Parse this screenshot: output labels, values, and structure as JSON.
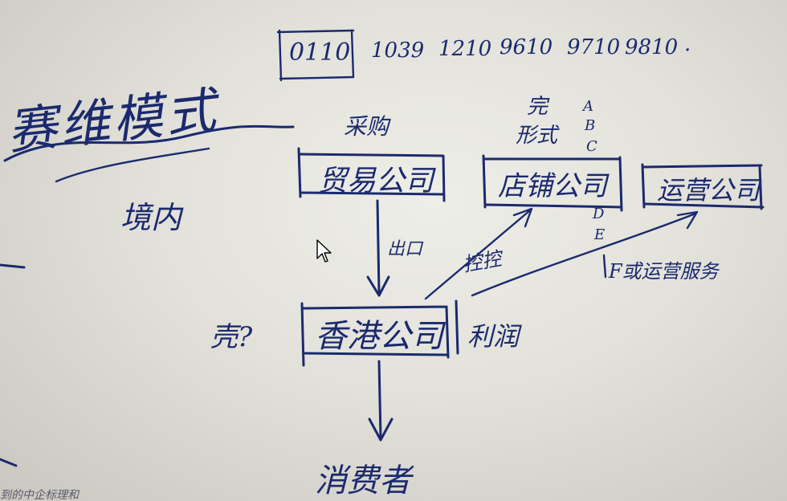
{
  "board": {
    "ink_color": "#1b2a6e",
    "title": "赛维模式",
    "title_sub": "境内",
    "codes": [
      "0110",
      "1039",
      "1210",
      "9610",
      "9710",
      "9810"
    ],
    "code_suffix": ".",
    "trade_company": {
      "label": "贸易公司",
      "caption": "采购"
    },
    "store_company": {
      "label": "店铺公司",
      "caption_line1": "完",
      "caption_line2": "形式"
    },
    "operations_company": {
      "label": "运营公司"
    },
    "letters_top": [
      "A",
      "B",
      "C"
    ],
    "letters_bottom": [
      "D",
      "E"
    ],
    "export_label": "出口",
    "control_label": "控控",
    "service_label": "F或运营服务",
    "hk_company": {
      "label": "香港公司",
      "question": "壳?",
      "profit": "利润"
    },
    "consumer": "消费者",
    "bottom_caption": "到的中企标理和"
  }
}
